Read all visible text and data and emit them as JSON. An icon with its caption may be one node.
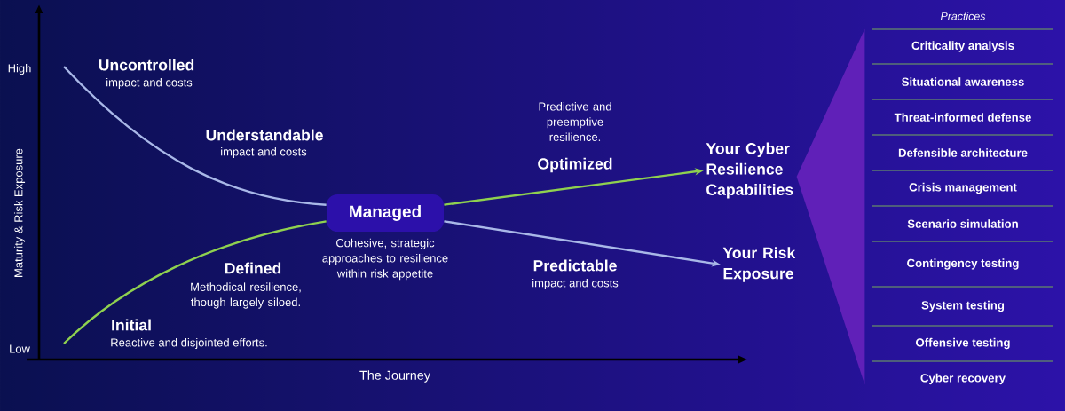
{
  "diagram": {
    "nodes": [
      {
        "text": [
          "Managed"
        ],
        "beside": [
          "Cohesive, strategic approaches to resilience within risk appetite"
        ]
      },
      {
        "text": [
          "Your Cyber Resilience Capabilities"
        ]
      },
      {
        "text": [
          "Your Risk Exposure"
        ]
      },
      {
        "text": [],
        "shape": "triangle"
      }
    ],
    "edges": [
      {
        "from": null,
        "to": 0,
        "arrow": "none",
        "color": "#a9b8e8"
      },
      {
        "from": null,
        "to": 0,
        "arrow": "none",
        "color": "#8fd14f"
      },
      {
        "from": 0,
        "to": 1,
        "arrow": "to",
        "color": "#8fd14f"
      },
      {
        "from": 0,
        "to": 2,
        "arrow": "to",
        "color": "#a9b8e8"
      }
    ],
    "labels": [
      "Uncontrolled",
      "impact and costs",
      "Understandable",
      "impact and costs",
      "Defined",
      "Methodical resilience, though largely siloed.",
      "Initial",
      "Reactive and disjointed efforts.",
      "Predictive and preemptive resilience.",
      "Optimized",
      "Predictable",
      "impact and costs",
      "High",
      "Low",
      "Maturity & Risk Exposure",
      "The Journey",
      "Practices",
      "Criticality analysis",
      "Situational awareness",
      "Threat-informed defense",
      "Defensible architecture",
      "Crisis management",
      "Scenario simulation",
      "Contingency testing",
      "System testing",
      "Offensive testing",
      "Cyber recovery"
    ]
  }
}
